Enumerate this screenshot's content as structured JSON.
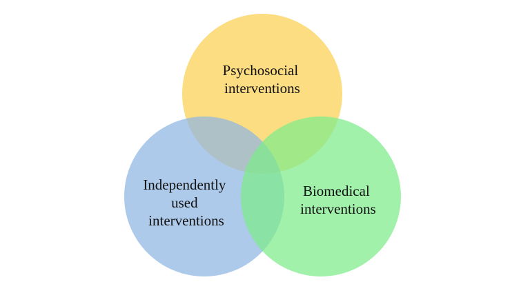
{
  "diagram": {
    "type": "venn",
    "sets": [
      {
        "id": "psychosocial",
        "lines": [
          "Psychosocial",
          "interventions"
        ],
        "color": "#fbd35f"
      },
      {
        "id": "independent",
        "lines": [
          "Independently",
          "used",
          "interventions"
        ],
        "color": "#8fb6e2"
      },
      {
        "id": "biomedical",
        "lines": [
          "Biomedical",
          "interventions"
        ],
        "color": "#7deb8a"
      }
    ]
  }
}
